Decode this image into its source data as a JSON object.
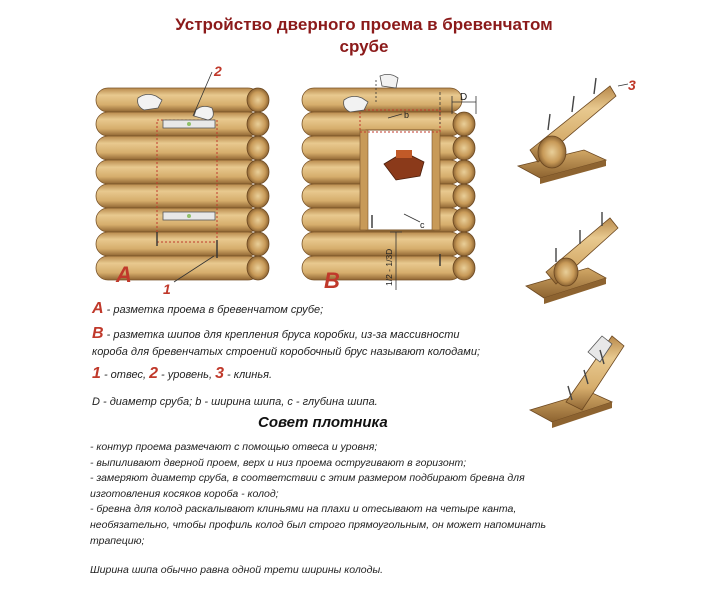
{
  "title": {
    "line1": "Устройство дверного проема в бревенчатом",
    "line2": "срубе"
  },
  "figure": {
    "label_a": "A",
    "label_b": "B",
    "callout_1": "1",
    "callout_2": "2",
    "callout_3": "3",
    "dim_d": "D",
    "dim_b": "b",
    "dim_c": "c",
    "dim_ratio": "1/2 - 1/3D"
  },
  "legend": {
    "a_letter": "A",
    "a_text": " - разметка проема в бревенчатом срубе;",
    "b_letter": "B",
    "b_text_1": " - разметка шипов для крепления бруса коробки, из-за массивности",
    "b_text_2": "короба для бревенчатых строений коробочный брус называют колодами;",
    "n1": "1",
    "t1": " - отвес, ",
    "n2": "2",
    "t2": " - уровень, ",
    "n3": "3",
    "t3": " - клинья.",
    "dims": "D - диаметр сруба;  b - ширина шипа, c - глубина шипа."
  },
  "advice": {
    "title": "Совет плотника",
    "tips": [
      "- контур проема размечают с помощью отвеса и уровня;",
      "- выпиливают дверной проем, верх и низ проема остругивают в горизонт;",
      "- замеряют диаметр сруба, в соответствии с этим размером подбирают бревна для",
      "изготовления косяков короба - колод;",
      "- бревна для колод раскалывают клиньями на плахи и отесывают на четыре канта,",
      "необязательно, чтобы профиль колод был строго прямоугольным, он может напоминать",
      "трапецию;"
    ],
    "note": "Ширина шипа обычно равна одной трети ширины колоды."
  },
  "colors": {
    "title": "#8b1a1a",
    "accent_red": "#c0392b",
    "log_light": "#d9b57a",
    "log_dark": "#a87a3e",
    "plank": "#b88d4f"
  }
}
